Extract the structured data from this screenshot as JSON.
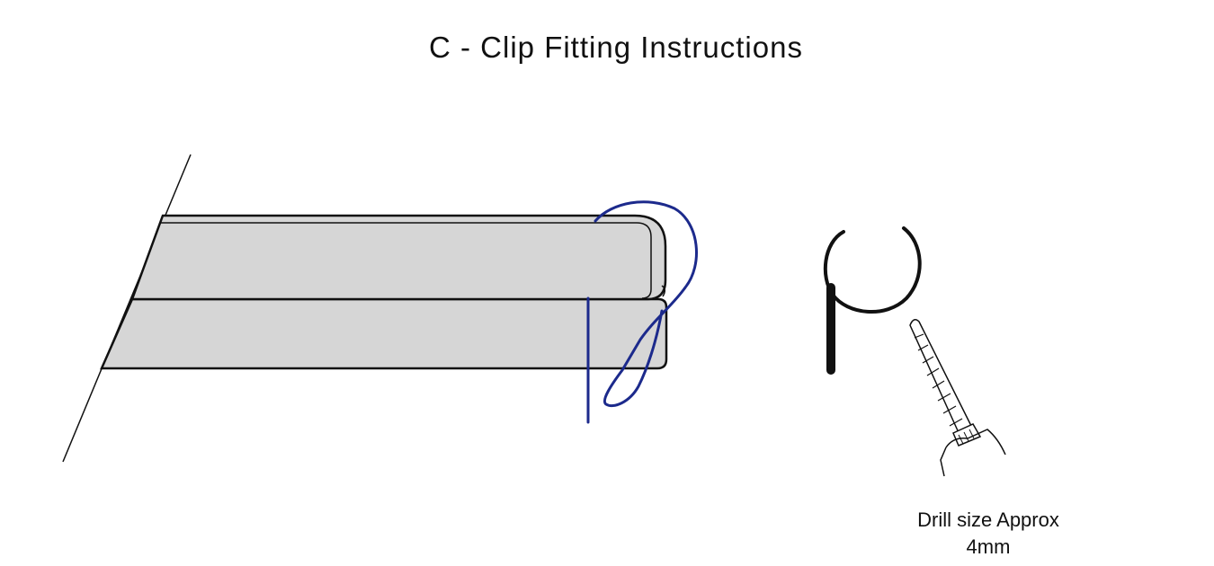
{
  "title": "C - Clip Fitting Instructions",
  "caption": {
    "line1": "Drill size Approx",
    "line2": "4mm"
  },
  "colors": {
    "clip": "#1c2a8c",
    "outline": "#111111",
    "plank_fill": "#d6d6d6",
    "background": "#ffffff"
  }
}
